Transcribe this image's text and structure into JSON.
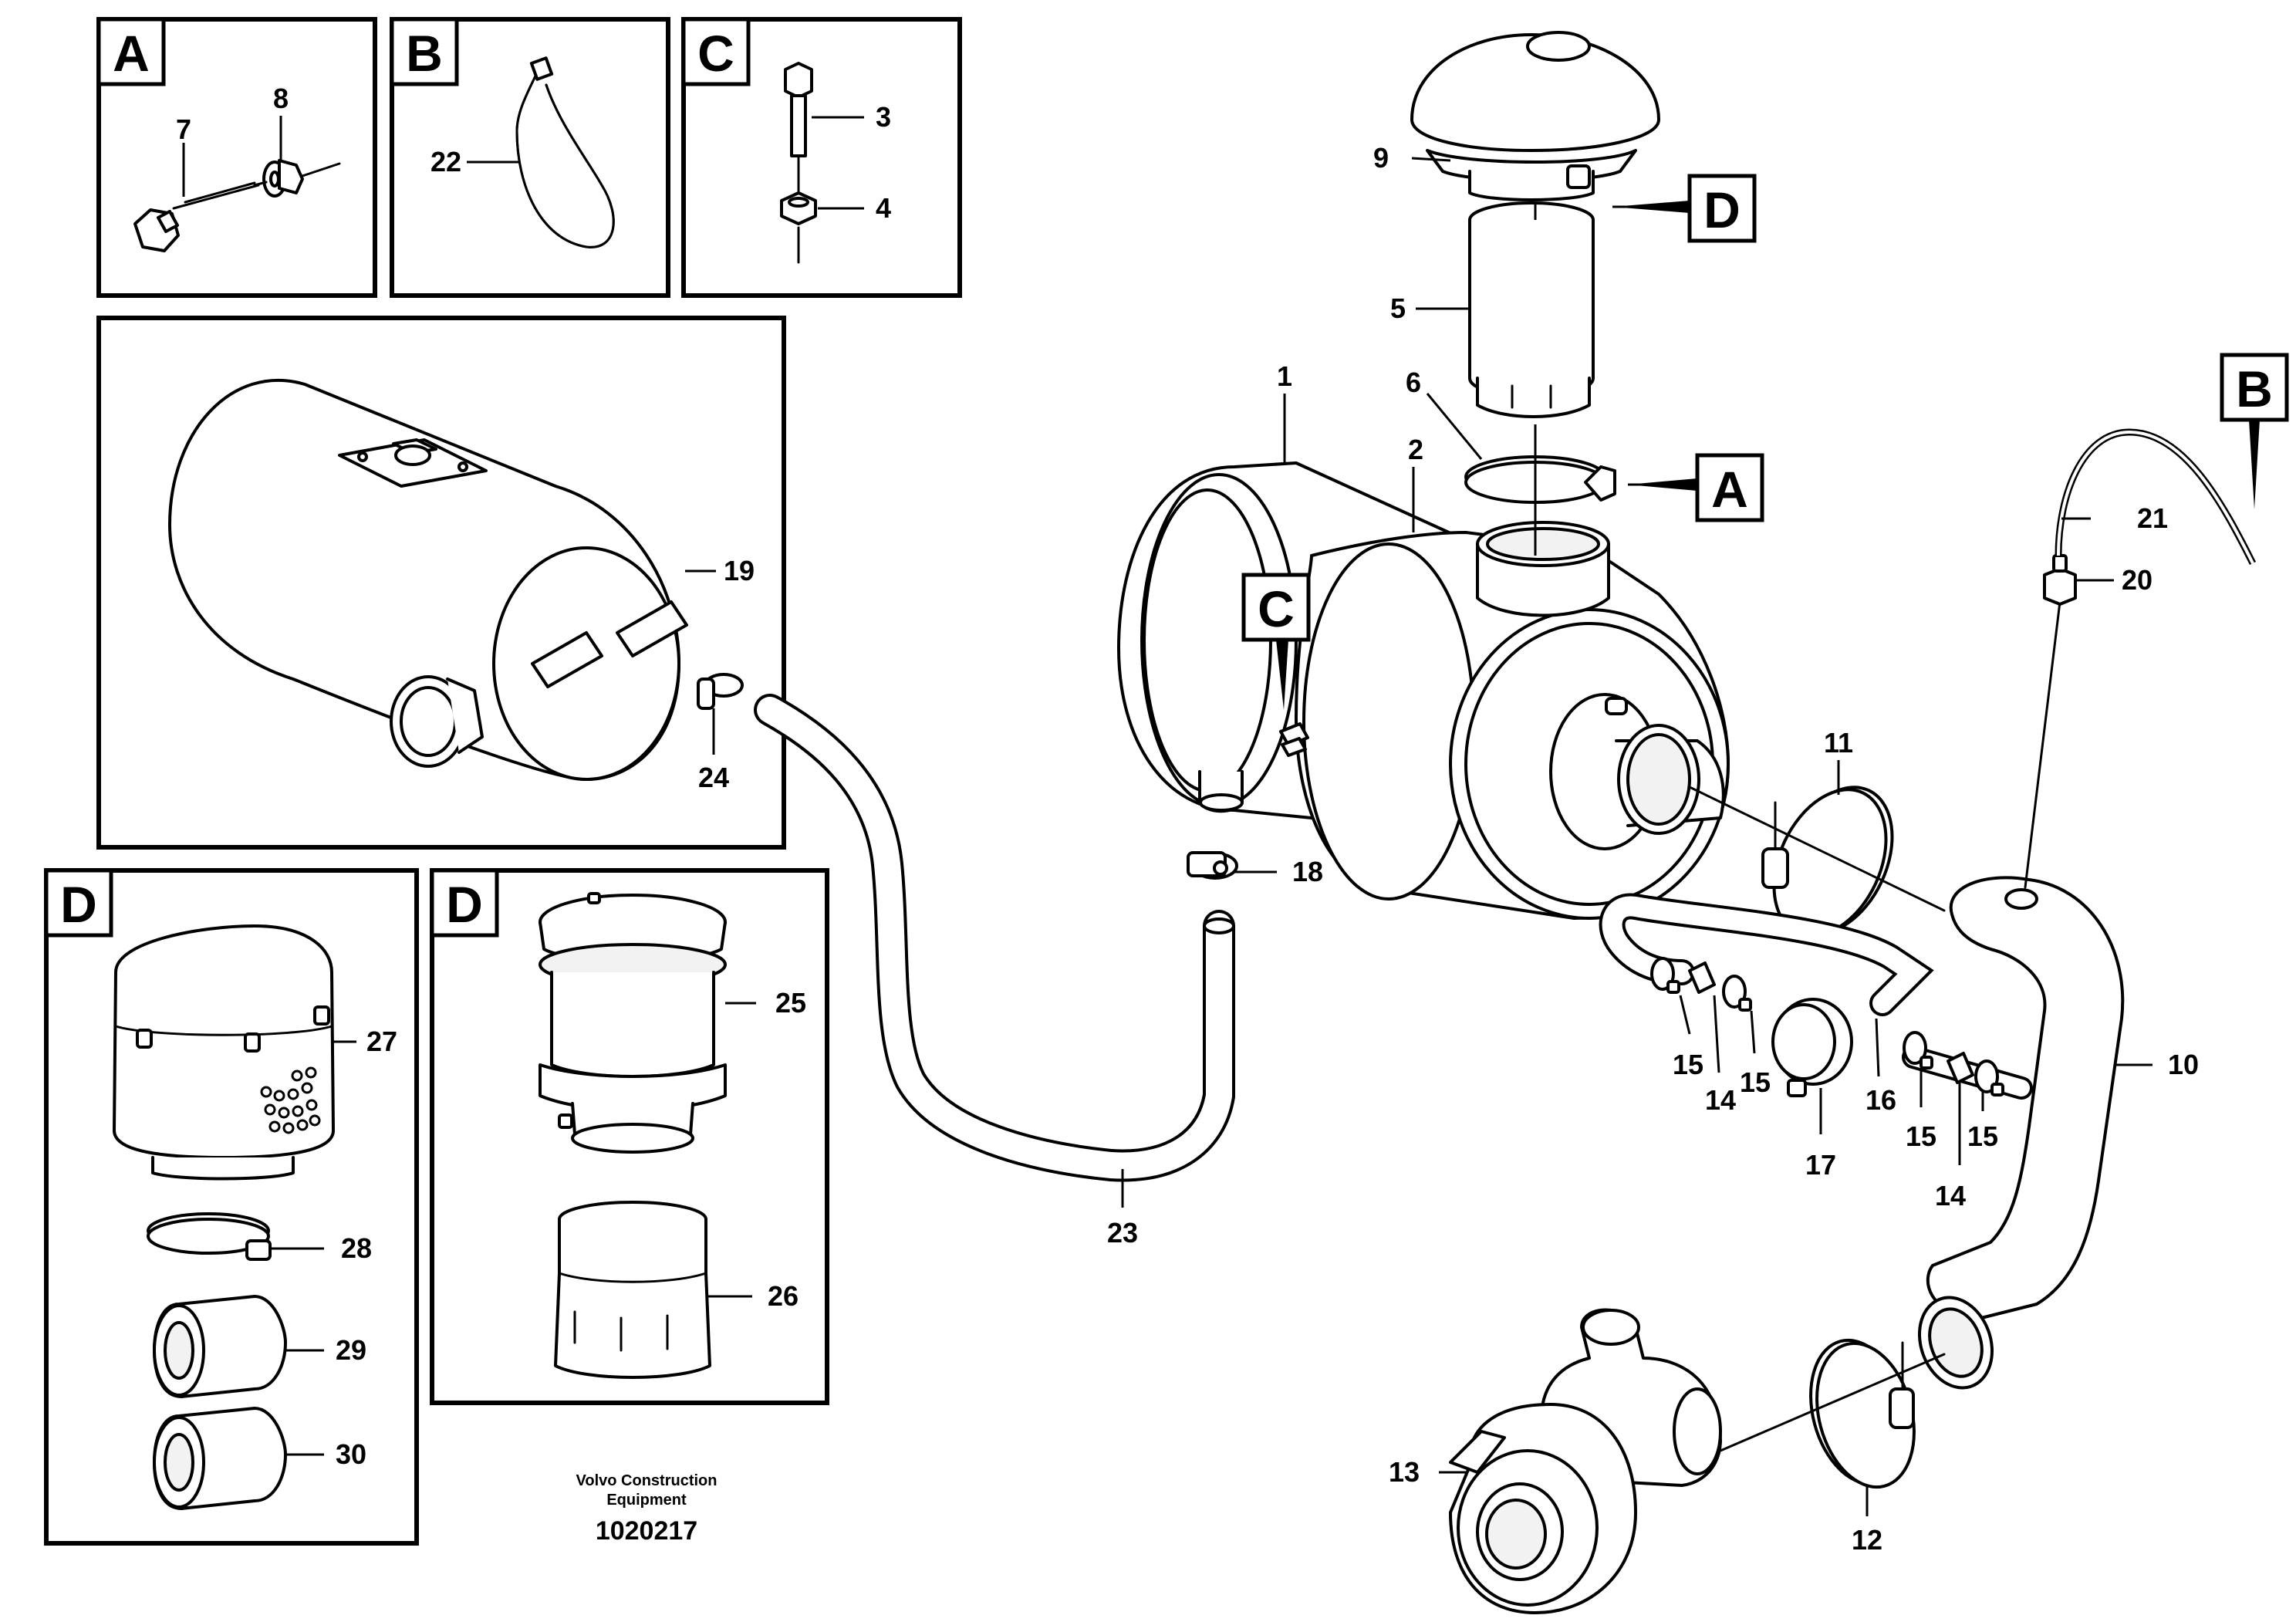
{
  "callouts": {
    "c1": "1",
    "c2": "2",
    "c3": "3",
    "c4": "4",
    "c5": "5",
    "c6": "6",
    "c7": "7",
    "c8": "8",
    "c9": "9",
    "c10": "10",
    "c11": "11",
    "c12": "12",
    "c13": "13",
    "c14a": "14",
    "c14b": "14",
    "c15a": "15",
    "c15b": "15",
    "c15c": "15",
    "c15d": "15",
    "c16": "16",
    "c17": "17",
    "c18": "18",
    "c19": "19",
    "c20": "20",
    "c21": "21",
    "c22": "22",
    "c23": "23",
    "c24": "24",
    "c25": "25",
    "c26": "26",
    "c27": "27",
    "c28": "28",
    "c29": "29",
    "c30": "30"
  },
  "detail_boxes": {
    "a": "A",
    "b": "B",
    "c": "C",
    "d1": "D",
    "d2": "D"
  },
  "references": {
    "a": "A",
    "b": "B",
    "c": "C",
    "d": "D"
  },
  "footer": {
    "line1": "Volvo Construction",
    "line2": "Equipment",
    "drawing_number": "1020217"
  }
}
